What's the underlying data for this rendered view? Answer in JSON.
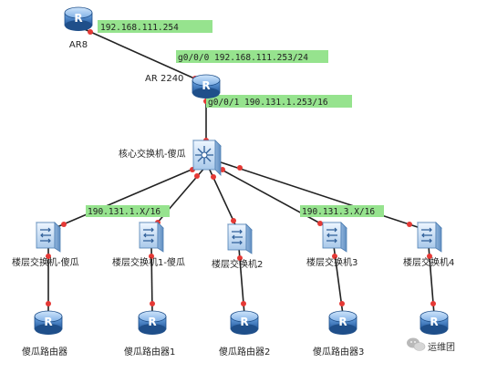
{
  "colors": {
    "link": "#222222",
    "port_dot": "#e53935",
    "ip_highlight": "#96e38e",
    "router_body": "#3f7fc6",
    "switch_body": "#cfe3f6"
  },
  "nodes": {
    "ar8": {
      "label": "AR8",
      "icon": "router-icon"
    },
    "ar2240": {
      "label": "AR 2240",
      "icon": "router-icon"
    },
    "core_switch": {
      "label": "核心交换机-傻瓜",
      "icon": "core-switch-icon"
    },
    "floor_switches": [
      {
        "label": "楼层交换机-傻瓜",
        "icon": "switch-icon"
      },
      {
        "label": "楼层交换机1-傻瓜",
        "icon": "switch-icon"
      },
      {
        "label": "楼层交换机2",
        "icon": "switch-icon"
      },
      {
        "label": "楼层交换机3",
        "icon": "switch-icon"
      },
      {
        "label": "楼层交换机4",
        "icon": "switch-icon"
      }
    ],
    "routers": [
      {
        "label": "傻瓜路由器",
        "icon": "router-icon"
      },
      {
        "label": "傻瓜路由器1",
        "icon": "router-icon"
      },
      {
        "label": "傻瓜路由器2",
        "icon": "router-icon"
      },
      {
        "label": "傻瓜路由器3",
        "icon": "router-icon"
      },
      {
        "label": "",
        "icon": "router-icon"
      }
    ]
  },
  "ip_labels": {
    "ar8_ip": "192.168.111.254",
    "g000": "g0/0/0 192.168.111.253/24",
    "g001": "g0/0/1 190.131.1.253/16",
    "floor_net_1": "190.131.1.X/16",
    "floor_net_3": "190.131.3.X/16"
  },
  "watermark": {
    "text": "运维团",
    "icon": "wechat-icon"
  }
}
